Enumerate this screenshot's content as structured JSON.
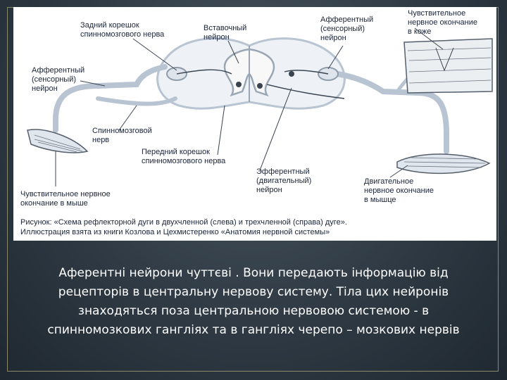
{
  "figure": {
    "labels": {
      "posterior_root": "Задний корешок\nспинномозгового нерва",
      "interneuron": "Вставочный\nнейрон",
      "afferent_right": "Афферентный\n(сенсорный)\nнейрон",
      "skin_ending": "Чувствительное\nнервное окончание\nв коже",
      "afferent_left": "Афферентный\n(сенсорный)\nнейрон",
      "spinal_nerve": "Спинномозговой\nнерв",
      "anterior_root": "Передний корешок\nспинномозгового нерва",
      "efferent": "Эфферентный\n(двигательный)\nнейрон",
      "motor_ending": "Двигательное\nнервное окончание\nв мышце",
      "muscle_ending": "Чувствительное нервное\nокончание в мыше"
    },
    "caption": "Рисунок: «Схема рефлекторной дуги в двухчленной (слева) и трехчленной (справа) дуге».\nИллюстрация взята из книги Козлова и Цехмистеренко «Анатомия нервной системы»"
  },
  "body_text": {
    "line1": "Аферентні нейрони чуттєві . Вони передають інформацію від",
    "line2": "рецепторів в центральну нервову систему. Тіла цих нейронів",
    "line3": "знаходяться  поза центральною нервовою системою -  в",
    "line4": "спинномозкових гангліях  та в гангліях черепо – мозкових нервів"
  }
}
